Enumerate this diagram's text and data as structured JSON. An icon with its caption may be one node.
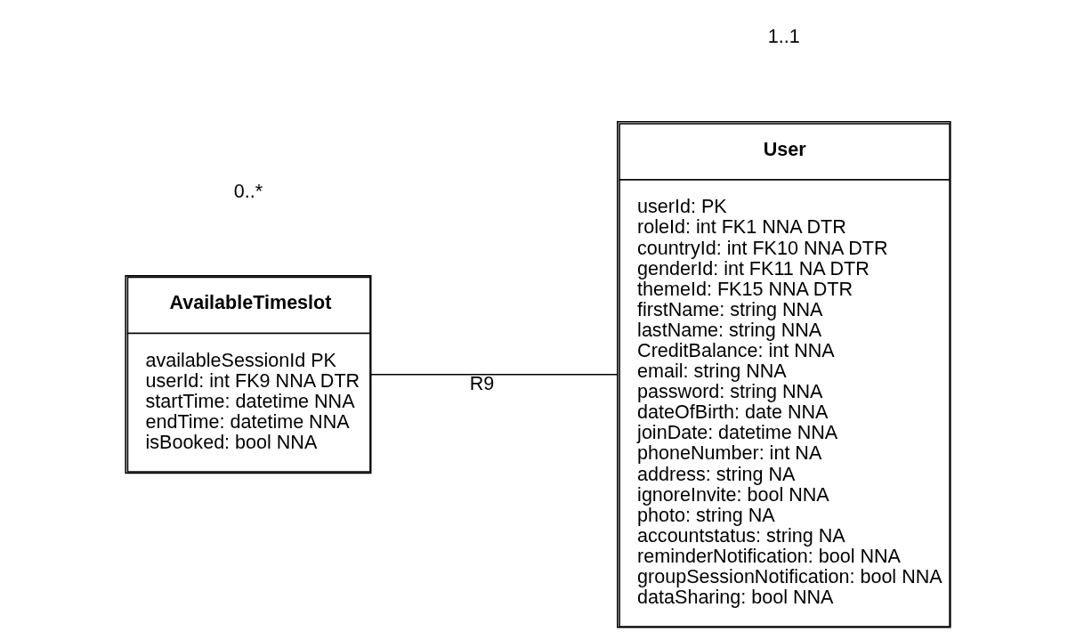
{
  "diagram": {
    "nodes": [
      {
        "text": [
          "AvailableTimeslot",
          "availableSessionId PK",
          "userId: int FK9 NNA DTR",
          "startTime: datetime NNA",
          "endTime: datetime NNA",
          "isBooked: bool NNA"
        ]
      },
      {
        "text": [
          "User",
          "userId: PK",
          "roleId: int FK1 NNA DTR",
          "countryId: int FK10 NNA DTR",
          "genderId: int FK11 NA DTR",
          "themeId: FK15 NNA DTR",
          "firstName: string NNA",
          "lastName: string NNA",
          "CreditBalance: int NNA",
          "email: string NNA",
          "password: string NNA",
          "dateOfBirth: date NNA",
          "joinDate: datetime NNA",
          "phoneNumber: int NA",
          "address: string NA",
          "ignoreInvite: bool NNA",
          "photo: string NA",
          "accountstatus: string NA",
          "reminderNotification: bool NNA",
          "groupSessionNotification: bool NNA",
          "dataSharing: bool NNA"
        ]
      }
    ],
    "edges": [
      {
        "from": 0,
        "to": 1,
        "arrow": "none",
        "label": "R9"
      }
    ],
    "labels": [
      "0..*",
      "1..1"
    ]
  }
}
